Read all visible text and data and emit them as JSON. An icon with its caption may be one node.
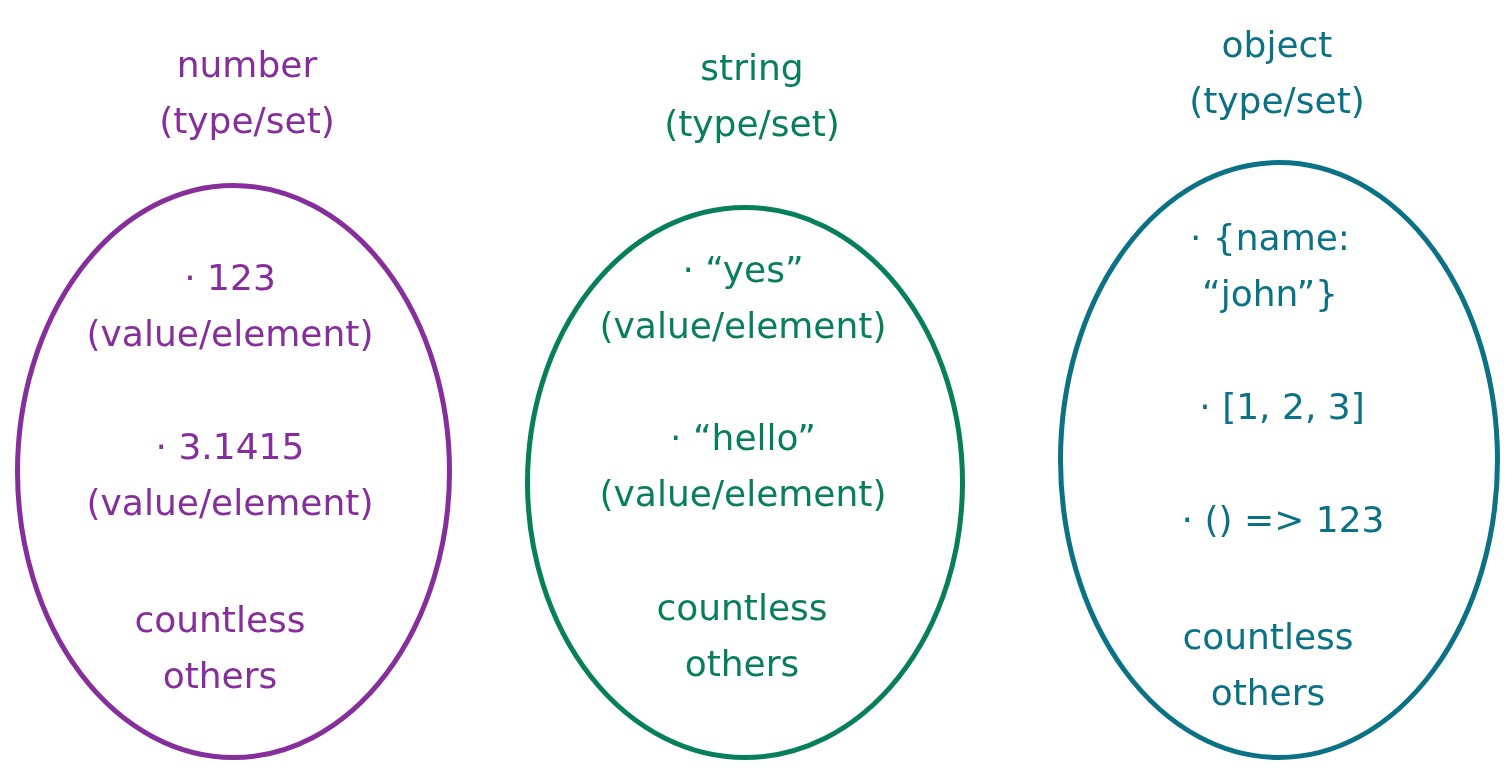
{
  "diagram": {
    "nodes": [
      {
        "text": [
          "number (type/set)",
          "· 123 (value/element)",
          "· 3.1415 (value/element)",
          "countless others"
        ]
      },
      {
        "text": [
          "string (type/set)",
          "· “yes” (value/element)",
          "· “hello” (value/element)",
          "countless others"
        ]
      },
      {
        "text": [
          "object (type/set)",
          "· {name: “john”}",
          "· [1, 2, 3]",
          "· () => 123",
          "countless others"
        ]
      }
    ]
  }
}
